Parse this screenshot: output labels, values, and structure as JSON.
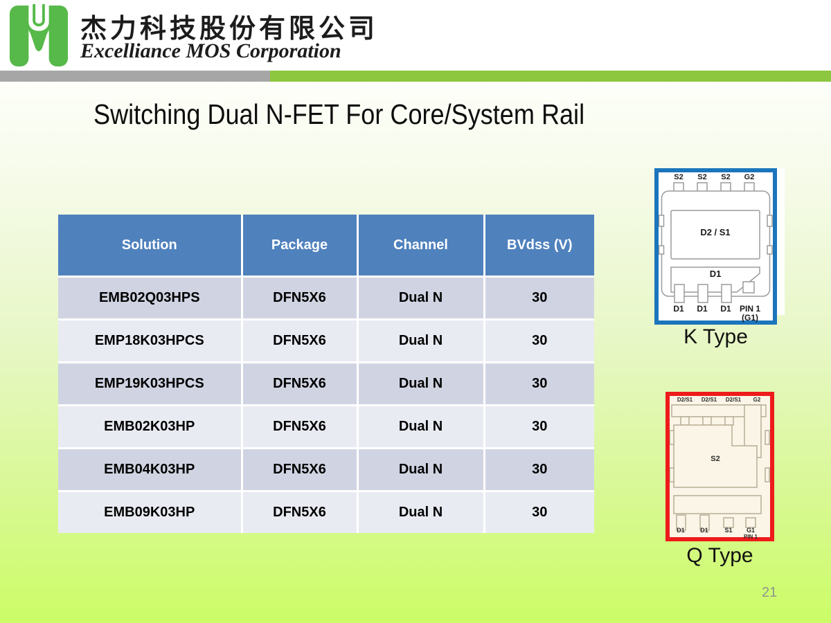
{
  "header": {
    "company_cn": "杰力科技股份有限公司",
    "company_en": "Excelliance MOS Corporation",
    "logo_icon": "excelliance-mos-logo"
  },
  "slide": {
    "title": "Switching Dual N-FET For Core/System Rail",
    "page_number": "21"
  },
  "table": {
    "columns": [
      "Solution",
      "Package",
      "Channel",
      "BVdss (V)"
    ],
    "rows": [
      [
        "EMB02Q03HPS",
        "DFN5X6",
        "Dual N",
        "30"
      ],
      [
        "EMP18K03HPCS",
        "DFN5X6",
        "Dual N",
        "30"
      ],
      [
        "EMP19K03HPCS",
        "DFN5X6",
        "Dual N",
        "30"
      ],
      [
        "EMB02K03HP",
        "DFN5X6",
        "Dual N",
        "30"
      ],
      [
        "EMB04K03HP",
        "DFN5X6",
        "Dual N",
        "30"
      ],
      [
        "EMB09K03HP",
        "DFN5X6",
        "Dual N",
        "30"
      ]
    ]
  },
  "k_type": {
    "label": "K Type",
    "top_pins": [
      "S2",
      "S2",
      "S2",
      "G2"
    ],
    "center_pad": "D2 / S1",
    "lower_pad": "D1",
    "bottom_pins": [
      "D1",
      "D1",
      "D1"
    ],
    "pin1_label": "PIN 1",
    "pin1_sub": "(G1)"
  },
  "q_type": {
    "label": "Q Type",
    "top_pins": [
      "D2/S1",
      "D2/S1",
      "D2/S1",
      "G2"
    ],
    "center_pad": "S2",
    "bottom_pins": [
      "D1",
      "D1",
      "S1",
      "G1"
    ],
    "pin1_label": "PIN 1"
  },
  "colors": {
    "header_blue": "#4f81bd",
    "row_dark": "#d0d4e2",
    "row_light": "#e9ebf3",
    "accent_gray": "#a6a6a6",
    "accent_green": "#8dc63f",
    "logo_green": "#56b949",
    "k_border_blue": "#1b75bc",
    "q_border_red": "#ee1b1b",
    "q_fill_cream": "#faf5e7"
  }
}
